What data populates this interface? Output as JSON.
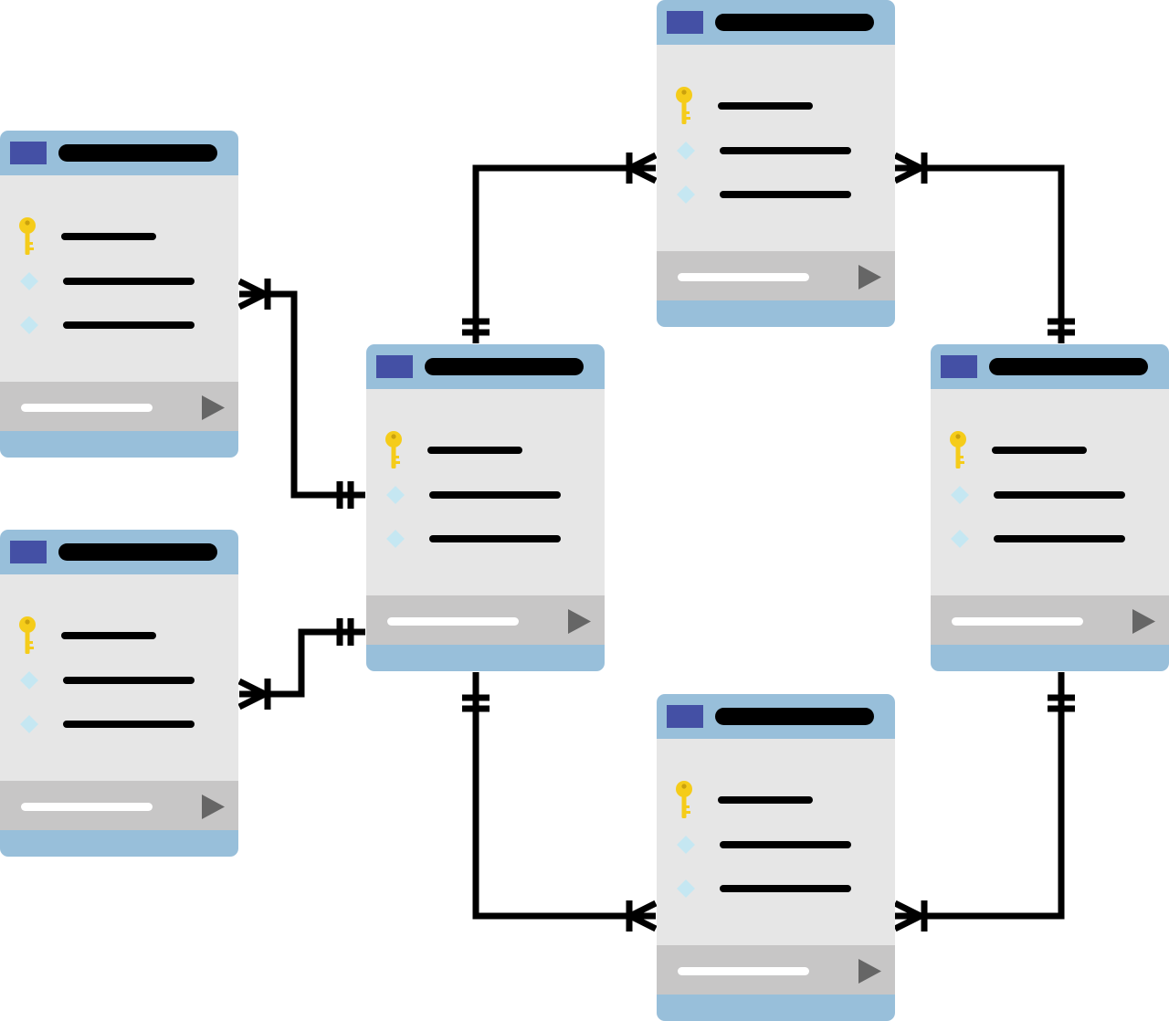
{
  "diagram": {
    "type": "entity-relationship",
    "colors": {
      "header": "#98bfda",
      "header_badge": "#4450a5",
      "body": "#e6e6e6",
      "footer": "#c7c6c6",
      "footer_bar": "#ffffff",
      "footer_arrow": "#666666",
      "key_icon": "#f5cc1a",
      "attribute_icon": "#c5e7f2",
      "text_bar": "#000000",
      "connector": "#000000"
    },
    "icons": {
      "primary_key": "key-icon",
      "attribute": "diamond-icon",
      "footer_action": "play-arrow-icon"
    },
    "tables": [
      {
        "id": "left-top",
        "rows": [
          "key",
          "attribute",
          "attribute"
        ]
      },
      {
        "id": "left-bottom",
        "rows": [
          "key",
          "attribute",
          "attribute"
        ]
      },
      {
        "id": "center",
        "rows": [
          "key",
          "attribute",
          "attribute"
        ]
      },
      {
        "id": "top",
        "rows": [
          "key",
          "attribute",
          "attribute"
        ]
      },
      {
        "id": "right",
        "rows": [
          "key",
          "attribute",
          "attribute"
        ]
      },
      {
        "id": "bottom",
        "rows": [
          "key",
          "attribute",
          "attribute"
        ]
      }
    ],
    "relationships": [
      {
        "from": "center",
        "from_end": "one",
        "to": "left-top",
        "to_end": "many"
      },
      {
        "from": "center",
        "from_end": "one",
        "to": "left-bottom",
        "to_end": "many"
      },
      {
        "from": "center",
        "from_end": "one",
        "to": "top",
        "to_end": "many"
      },
      {
        "from": "center",
        "from_end": "one",
        "to": "bottom",
        "to_end": "many"
      },
      {
        "from": "right",
        "from_end": "one",
        "to": "top",
        "to_end": "many"
      },
      {
        "from": "right",
        "from_end": "one",
        "to": "bottom",
        "to_end": "many"
      }
    ]
  }
}
